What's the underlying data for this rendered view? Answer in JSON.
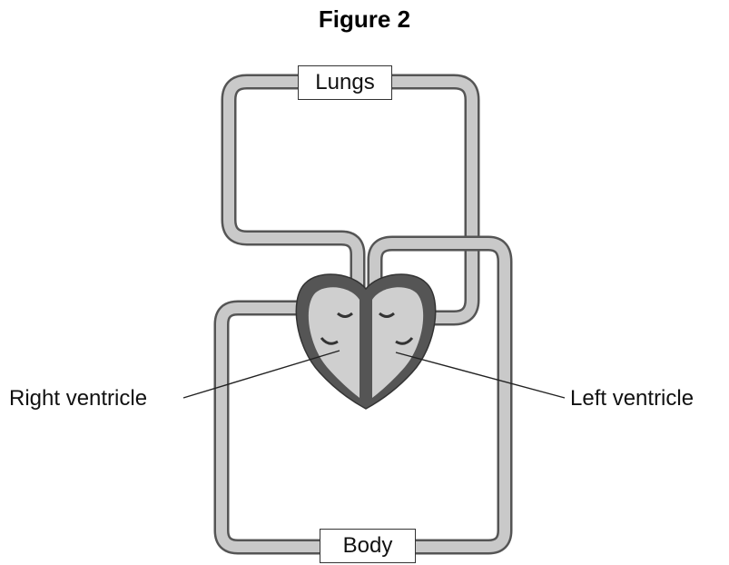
{
  "title": "Figure 2",
  "boxes": {
    "lungs": "Lungs",
    "body": "Body"
  },
  "labels": {
    "right_ventricle": "Right ventricle",
    "left_ventricle": "Left ventricle"
  }
}
